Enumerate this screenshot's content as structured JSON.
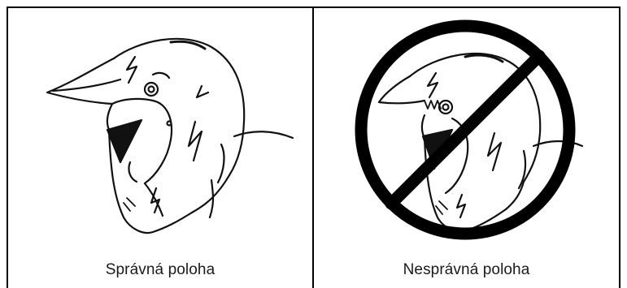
{
  "figure": {
    "panels": [
      {
        "caption": "Správná poloha",
        "status": "correct",
        "icon": "helmet-correct-icon"
      },
      {
        "caption": "Nesprávná poloha",
        "status": "incorrect",
        "icon": "helmet-incorrect-icon",
        "overlay_icon": "prohibition-icon"
      }
    ]
  }
}
